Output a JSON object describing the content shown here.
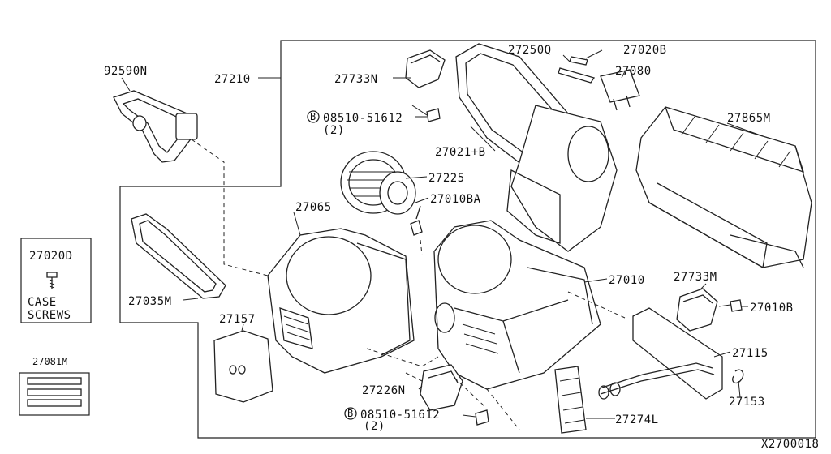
{
  "labels": {
    "p92590N": "92590N",
    "p27210": "27210",
    "p27733N": "27733N",
    "p27250Q": "27250Q",
    "p27020B": "27020B",
    "p27080": "27080",
    "p08510_top": "08510-51612",
    "qty_top": "(2)",
    "p27865M": "27865M",
    "p27021B": "27021+B",
    "p27225": "27225",
    "p27010BA": "27010BA",
    "p27065": "27065",
    "p27020D": "27020D",
    "case_screws_1": "CASE",
    "case_screws_2": "SCREWS",
    "p27035M": "27035M",
    "p27157": "27157",
    "p27010": "27010",
    "p27733M": "27733M",
    "p27010B": "27010B",
    "p27115": "27115",
    "p27081M": "27081M",
    "p27226N": "27226N",
    "p27153": "27153",
    "p08510_bot": "08510-51612",
    "qty_bot": "(2)",
    "p27274L": "27274L",
    "bolt_mark": "B",
    "diagram_id": "X2700018"
  }
}
